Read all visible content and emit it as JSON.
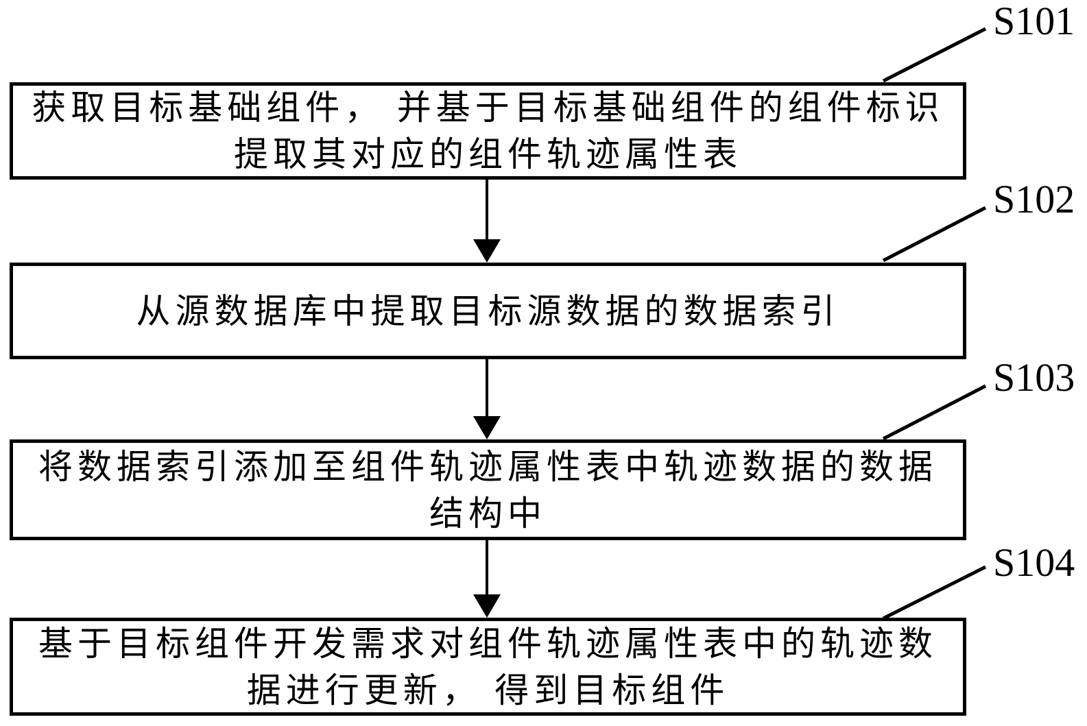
{
  "diagram": {
    "type": "flowchart",
    "colors": {
      "ink": "#000000",
      "background": "#ffffff"
    },
    "steps": [
      {
        "label": "S101",
        "lines": {
          "0": "获取目标基础组件， 并基于目标基础组件的组件标识",
          "1": "提取其对应的组件轨迹属性表"
        }
      },
      {
        "label": "S102",
        "lines": {
          "0": "从源数据库中提取目标源数据的数据索引",
          "1": ""
        }
      },
      {
        "label": "S103",
        "lines": {
          "0": "将数据索引添加至组件轨迹属性表中轨迹数据的数据",
          "1": "结构中"
        }
      },
      {
        "label": "S104",
        "lines": {
          "0": "基于目标组件开发需求对组件轨迹属性表中的轨迹数",
          "1": "据进行更新， 得到目标组件"
        }
      }
    ]
  }
}
